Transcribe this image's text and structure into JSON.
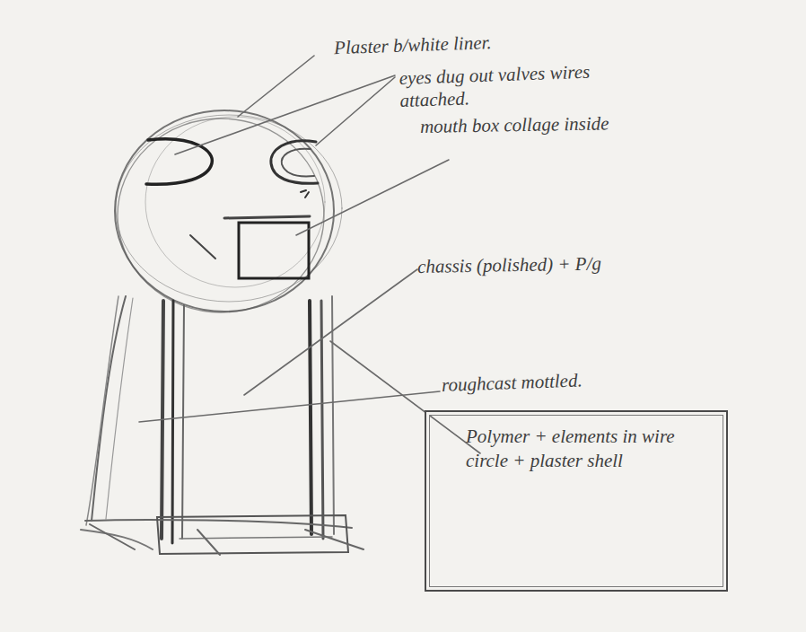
{
  "diagram": {
    "nodes": [
      {
        "text": [
          "Polymer + elements in wire circle + plaster shell"
        ]
      }
    ],
    "labels": [
      "Plaster b/white liner.",
      "eyes dug out valves wires attached.",
      "mouth box collage inside",
      "chassis (polished) + P/g",
      "roughcast mottled."
    ]
  }
}
